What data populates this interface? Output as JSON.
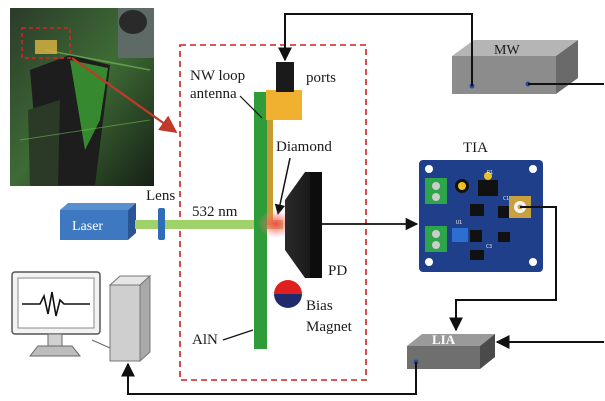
{
  "labels": {
    "ports": "ports",
    "mw": "MW",
    "nw_loop_line1": "NW loop",
    "nw_loop_line2": "antenna",
    "diamond": "Diamond",
    "tia": "TIA",
    "lens": "Lens",
    "wavelength": "532 nm",
    "laser": "Laser",
    "pd": "PD",
    "bias_line1": "Bias",
    "bias_line2": "Magnet",
    "aln": "AlN",
    "lia": "LIA"
  },
  "colors": {
    "frame_dash": "#d02020",
    "beam": "#9fd36a",
    "aln_plate": "#2f9c3a",
    "antenna": "#f0b030",
    "diamond": "#c99a30",
    "laser_body": "#3d78c0",
    "tia_board": "#1f3f8a",
    "mw_box": "#8c8c8c",
    "lia_box": "#6f6f6f",
    "magnet_top": "#e02020",
    "magnet_bottom": "#1e2a6a"
  },
  "icons": {
    "photo": "setup-photo",
    "computer": "computer-icon",
    "pd": "photodiode-icon",
    "magnet": "magnet-icon"
  }
}
